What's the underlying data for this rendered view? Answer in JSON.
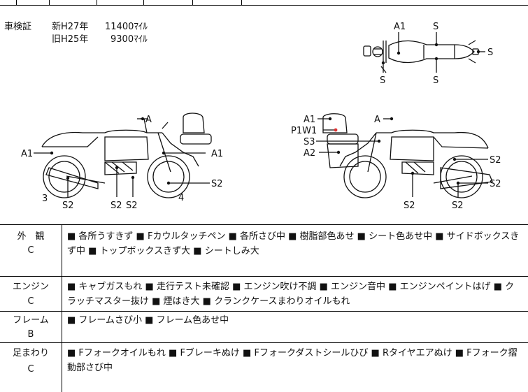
{
  "inspection": {
    "label": "車検証",
    "new_label": "新H27年",
    "new_mileage": "11400ﾏｲﾙ",
    "old_label": "旧H25年",
    "old_mileage": "9300ﾏｲﾙ"
  },
  "diagram_labels": {
    "top_a1": "A1",
    "top_s1": "S",
    "top_s_right": "S",
    "top_s_bottom1": "S",
    "top_s_bottom2": "S",
    "left_a": "A",
    "left_a1_left": "A1",
    "left_a1_right": "A1",
    "left_s2_right": "S2",
    "left_3": "3",
    "left_s2_a": "S2",
    "left_s2_b": "S2",
    "left_s2_c": "S2",
    "left_4": "4",
    "right_a1": "A1",
    "right_a": "A",
    "right_p1w1": "P1W1",
    "right_s3": "S3",
    "right_a2": "A2",
    "right_s2_1": "S2",
    "right_s2_2": "S2",
    "right_s2_3": "S2",
    "right_s2_4": "S2"
  },
  "rows": [
    {
      "category": "外　観",
      "grade": "C",
      "text": "■ 各所うすきず ■ Fカウルタッチペン ■ 各所さび中 ■ 樹脂部色あせ ■ シート色あせ中 ■ サイドボックスきず中 ■ トップボックスきず大 ■ シートしみ大"
    },
    {
      "category": "エンジン",
      "grade": "C",
      "text": "■ キャブガスもれ ■ 走行テスト未確認 ■ エンジン吹け不調 ■ エンジン音中 ■ エンジンペイントはげ ■ クラッチマスター抜け ■ 煙はき大 ■ クランクケースまわりオイルもれ"
    },
    {
      "category": "フレーム",
      "grade": "B",
      "text": "■ フレームさび小 ■ フレーム色あせ中"
    },
    {
      "category": "足まわり",
      "grade": "C",
      "text": "■ Fフォークオイルもれ ■ Fブレーキぬけ ■ Fフォークダストシールひび ■ Rタイヤエアぬけ ■ Fフォーク摺動部さび中"
    }
  ]
}
